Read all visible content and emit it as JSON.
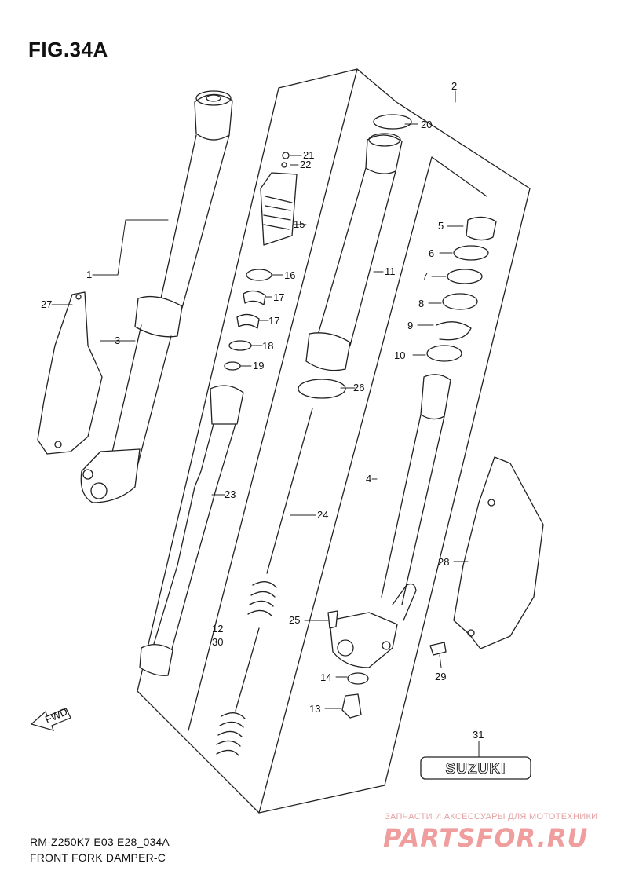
{
  "figure": {
    "title": "FIG.34A",
    "model_code": "RM-Z250K7 E03 E28_034A",
    "caption": "FRONT FORK DAMPER-C"
  },
  "watermark": {
    "tagline": "ЗАПЧАСТИ И АКСЕССУАРЫ ДЛЯ МОТОТЕХНИКИ",
    "brand": "PARTSFOR.RU",
    "color": "#ef9d9d"
  },
  "fwd_arrow": {
    "label": "FWD",
    "icon": "fwd-arrow-icon"
  },
  "emblem": {
    "text": "SUZUKI"
  },
  "part_labels": {
    "p1": "1",
    "p2": "2",
    "p3": "3",
    "p4": "4",
    "p5": "5",
    "p6": "6",
    "p7": "7",
    "p8": "8",
    "p9": "9",
    "p10": "10",
    "p11": "11",
    "p12": "12",
    "p13": "13",
    "p14": "14",
    "p15": "15",
    "p16": "16",
    "p17a": "17",
    "p17b": "17",
    "p18": "18",
    "p19": "19",
    "p20": "20",
    "p21": "21",
    "p22": "22",
    "p23": "23",
    "p24": "24",
    "p25": "25",
    "p26": "26",
    "p27": "27",
    "p28": "28",
    "p29": "29",
    "p30": "30",
    "p31": "31"
  }
}
